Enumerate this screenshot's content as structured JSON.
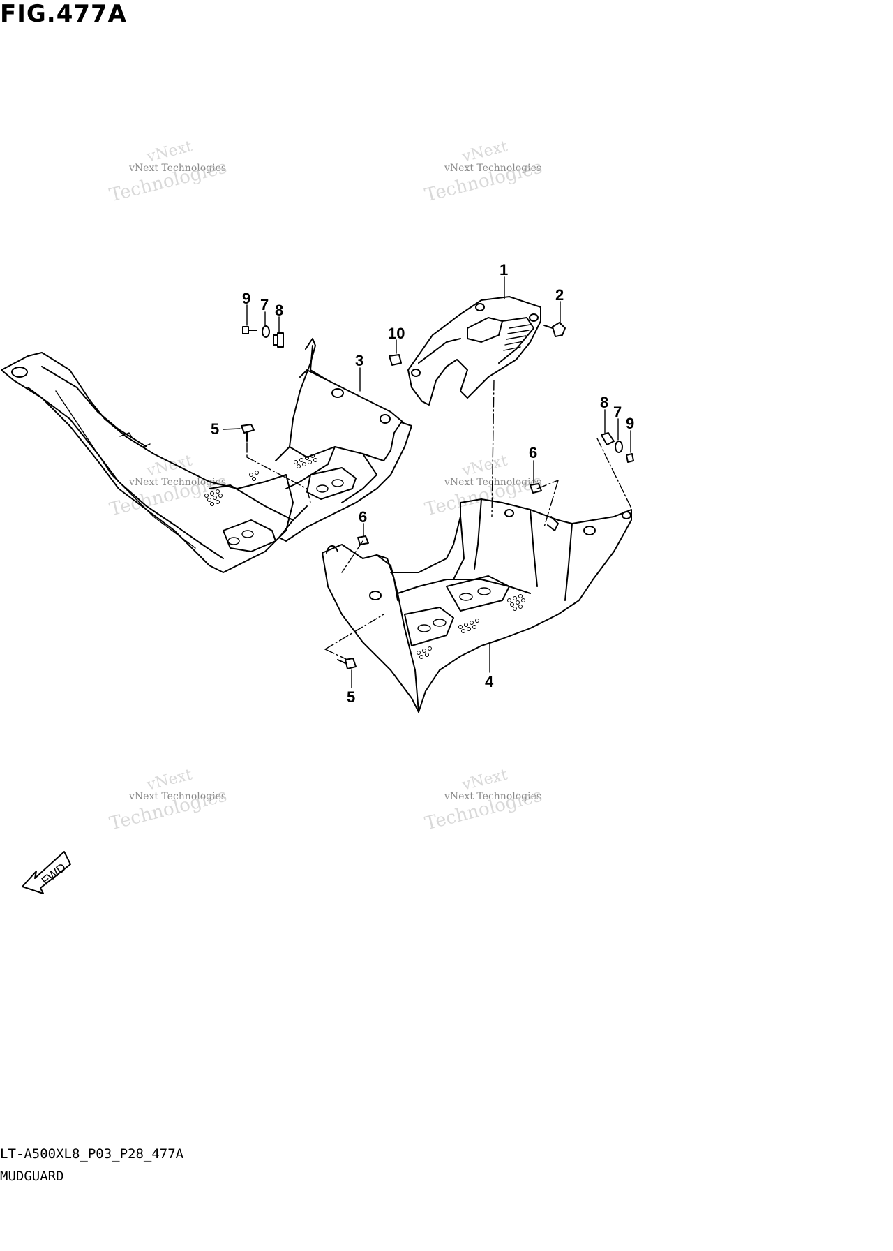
{
  "figure": {
    "title": "FIG.477A",
    "code": "LT-A500XL8_P03_P28_477A",
    "description": "MUDGUARD"
  },
  "watermark": {
    "line1": "vNext Technologies",
    "line2": "Technologies",
    "line3": "vNext"
  },
  "callouts": {
    "c1": "1",
    "c2": "2",
    "c3": "3",
    "c4": "4",
    "c5a": "5",
    "c5b": "5",
    "c6a": "6",
    "c6b": "6",
    "c7a": "7",
    "c7b": "7",
    "c8a": "8",
    "c8b": "8",
    "c9a": "9",
    "c9b": "9",
    "c10": "10"
  },
  "fwd_label": "FWD"
}
